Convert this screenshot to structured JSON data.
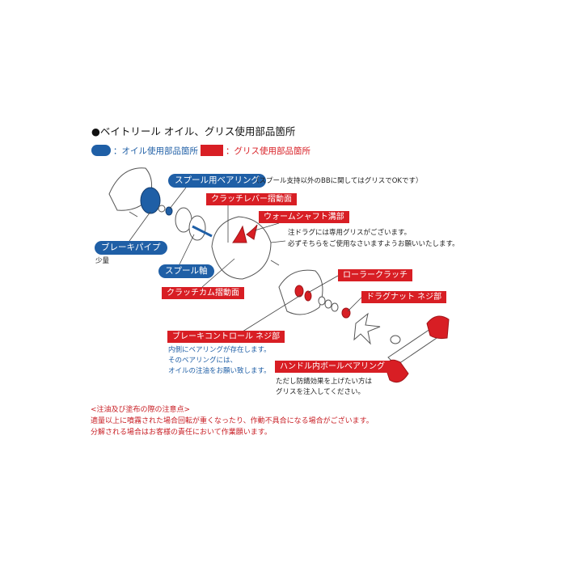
{
  "title": "●ベイトリール オイル、グリス使用部品箇所",
  "legend": {
    "oil": "：オイル使用部品箇所",
    "grease": "：グリス使用部品箇所",
    "oil_color": "#1f5fa6",
    "grease_color": "#d81e24"
  },
  "labels": {
    "spool_bearing": "スプール用ベアリング",
    "spool_bearing_note": "（スプール支持以外のBBに関してはグリスでOKです）",
    "clutch_lever": "クラッチレバー摺動面",
    "worm_shaft": "ウォームシャフト溝部",
    "drag_note": [
      "注ドラグには専用グリスがございます。",
      "必ずそちらをご使用なさいますようお願いいたします。"
    ],
    "brake_pipe": "ブレーキパイプ",
    "brake_pipe_note": "少量",
    "spool_shaft": "スプール軸",
    "clutch_cam": "クラッチカム摺動面",
    "roller_clutch": "ローラークラッチ",
    "drag_nut": "ドラグナット ネジ部",
    "brake_control": "ブレーキコントロール ネジ部",
    "brake_control_note": [
      "内側にベアリングが存在します。",
      "そのベアリングには、",
      "オイルの注油をお願い致します。"
    ],
    "handle_bearing": "ハンドル内ボールベアリング",
    "handle_bearing_note": [
      "ただし防錆効果を上げたい方は",
      "グリスを注入してください。"
    ]
  },
  "caution": {
    "heading": "<注油及び塗布の際の注意点>",
    "lines": [
      "適量以上に噴霧された場合回転が重くなったり、作動不具合になる場合がございます。",
      "分解される場合はお客様の責任において作業願います。"
    ]
  }
}
